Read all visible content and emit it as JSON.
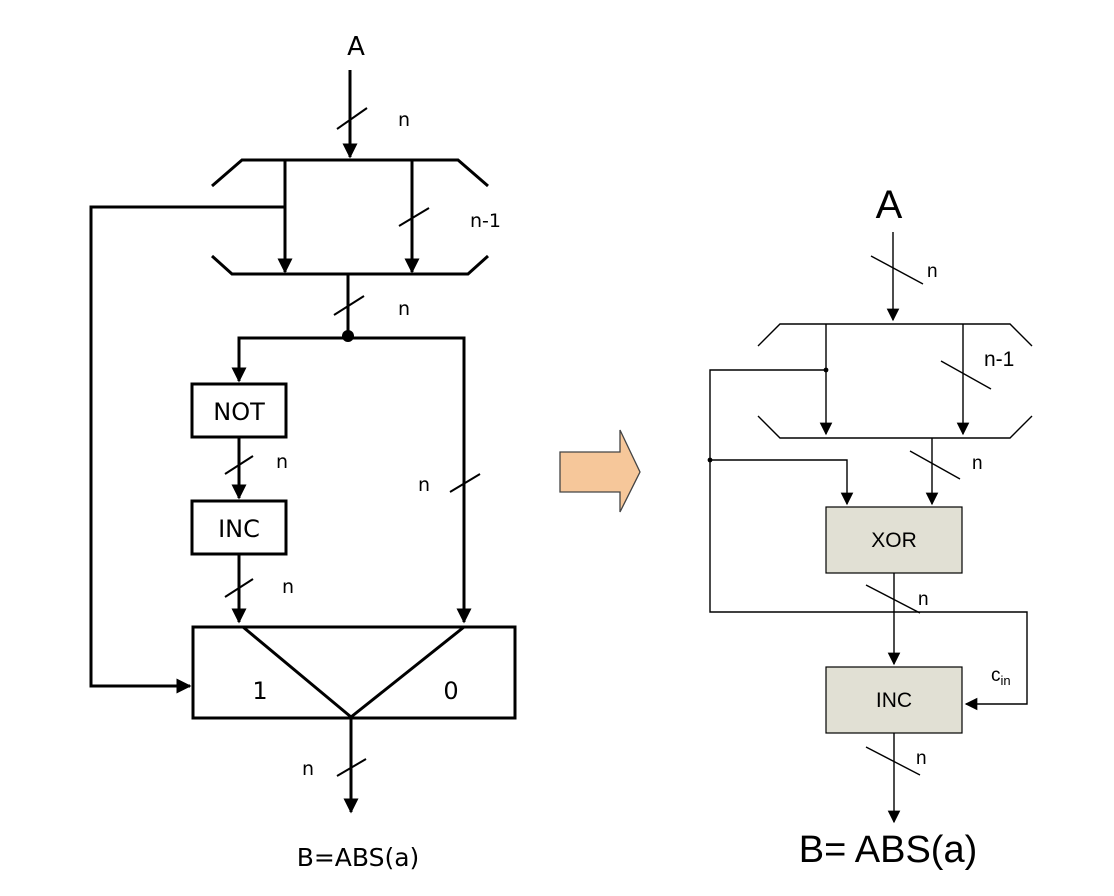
{
  "left": {
    "input_label": "A",
    "bus_width_in": "n",
    "bus_width_shift": "n-1",
    "bus_width_merged": "n",
    "not_label": "NOT",
    "bus_width_not_out": "n",
    "inc_label": "INC",
    "bus_width_inc_out": "n",
    "bus_width_bypass": "n",
    "mux_input_1": "1",
    "mux_input_0": "0",
    "bus_width_out": "n",
    "output_label": "B=ABS(a)"
  },
  "right": {
    "input_label": "A",
    "bus_width_in": "n",
    "bus_width_shift": "n-1",
    "bus_width_merged": "n",
    "xor_label": "XOR",
    "bus_width_xor_out": "n",
    "inc_label": "INC",
    "carry_in_label": "c",
    "carry_in_subscript": "in",
    "bus_width_out": "n",
    "output_label": "B= ABS(a)"
  },
  "colors": {
    "block_fill": "#e1e0d4",
    "arrow_fill": "#f6c79a",
    "arrow_stroke": "#444444"
  }
}
